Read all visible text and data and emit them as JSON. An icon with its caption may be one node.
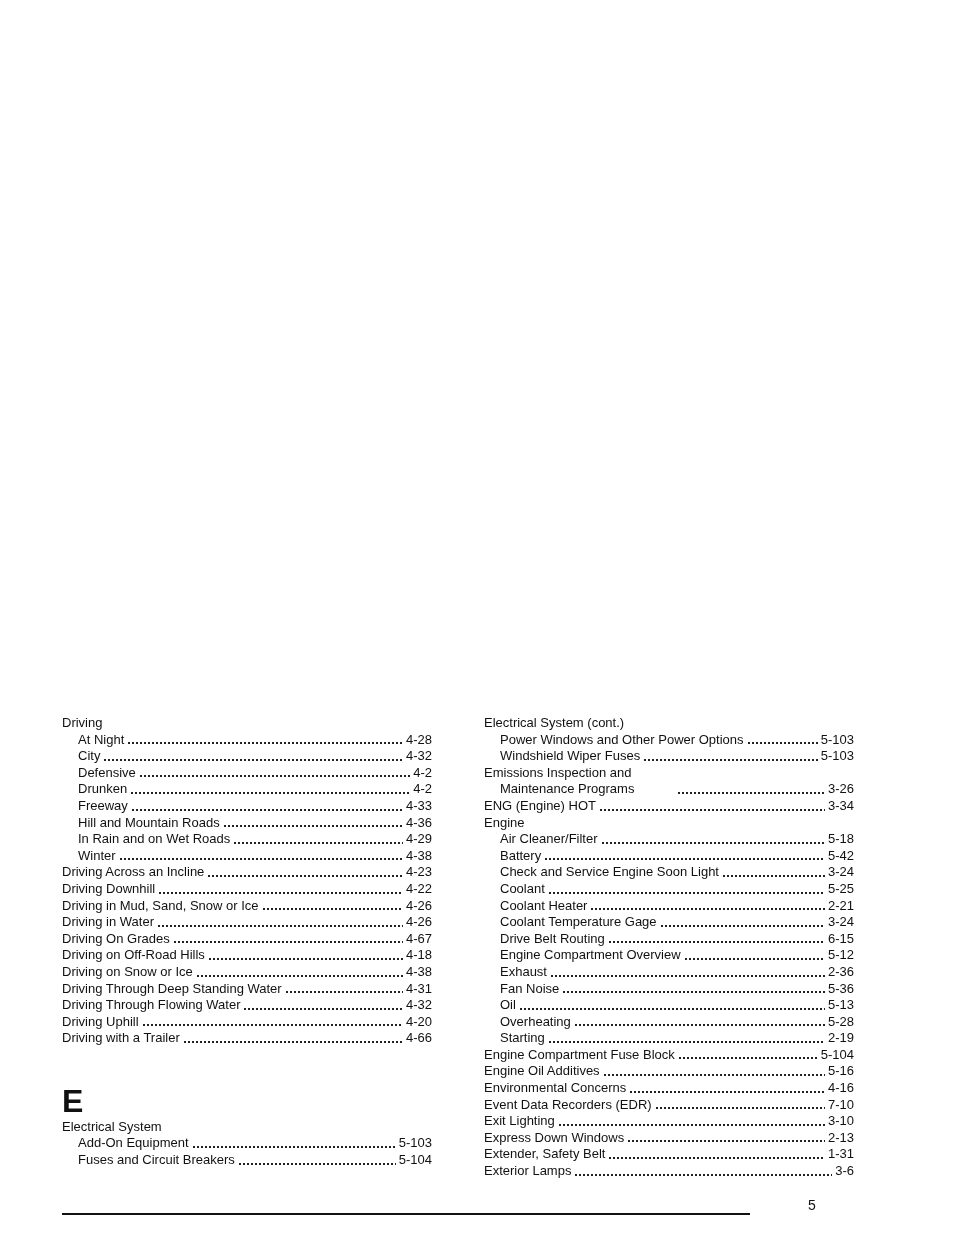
{
  "diagram": {
    "labels": [
      "Driving",
      "At Night",
      "4-28",
      "City",
      "4-32",
      "Defensive",
      "4-2",
      "Drunken",
      "4-2",
      "Freeway",
      "4-33",
      "Hill and Mountain Roads",
      "4-36",
      "In Rain and on Wet Roads",
      "4-29",
      "Winter",
      "4-38",
      "Driving Across an Incline",
      "4-23",
      "Driving Downhill",
      "4-22",
      "Driving in Mud, Sand, Snow or Ice",
      "4-26",
      "Driving in Water",
      "4-26",
      "Driving On Grades",
      "4-67",
      "Driving on Off-Road Hills",
      "4-18",
      "Driving on Snow or Ice",
      "4-38",
      "Driving Through Deep Standing Water",
      "4-31",
      "Driving Through Flowing Water",
      "4-32",
      "Driving Uphill",
      "4-20",
      "Driving with a Trailer",
      "4-66",
      "E",
      "Electrical System",
      "Add-On Equipment",
      "5-103",
      "Fuses and Circuit Breakers",
      "5-104",
      "Electrical System (cont.)",
      "Power Windows and Other Power Options",
      "5-103",
      "Windshield Wiper Fuses",
      "5-103",
      "Emissions Inspection and Maintenance Programs",
      "3-26",
      "ENG (Engine) HOT",
      "3-34",
      "Engine",
      "Air Cleaner/Filter",
      "5-18",
      "Battery",
      "5-42",
      "Check and Service Engine Soon Light",
      "3-24",
      "Coolant",
      "5-25",
      "Coolant Heater",
      "2-21",
      "Coolant Temperature Gage",
      "3-24",
      "Drive Belt Routing",
      "6-15",
      "Engine Compartment Overview",
      "5-12",
      "Exhaust",
      "2-36",
      "Fan Noise",
      "5-36",
      "Oil",
      "5-13",
      "Overheating",
      "5-28",
      "Starting",
      "2-19",
      "Engine Compartment Fuse Block",
      "5-104",
      "Engine Oil Additives",
      "5-16",
      "Environmental Concerns",
      "4-16",
      "Event Data Recorders (EDR)",
      "7-10",
      "Exit Lighting",
      "3-10",
      "Express Down Windows",
      "2-13",
      "Extender, Safety Belt",
      "1-31",
      "Exterior Lamps",
      "3-6",
      "5"
    ]
  }
}
